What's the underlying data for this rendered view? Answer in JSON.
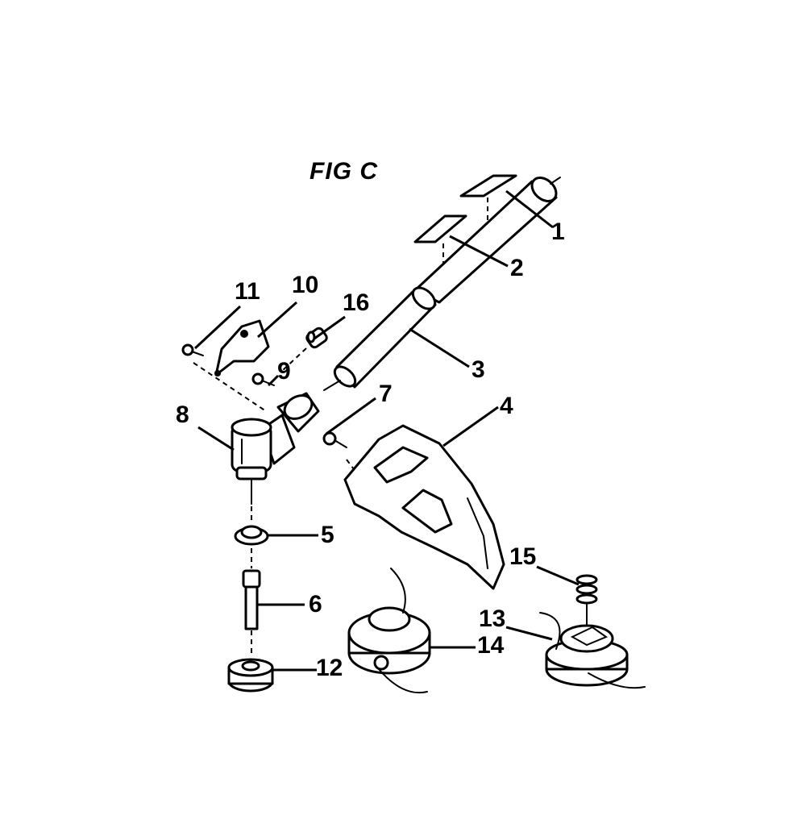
{
  "figure": {
    "title": "FIG C"
  },
  "callouts": {
    "c1": "1",
    "c2": "2",
    "c3": "3",
    "c4": "4",
    "c5": "5",
    "c6": "6",
    "c7": "7",
    "c8": "8",
    "c9": "9",
    "c10": "10",
    "c11": "11",
    "c12": "12",
    "c13": "13",
    "c14": "14",
    "c15": "15",
    "c16": "16"
  }
}
